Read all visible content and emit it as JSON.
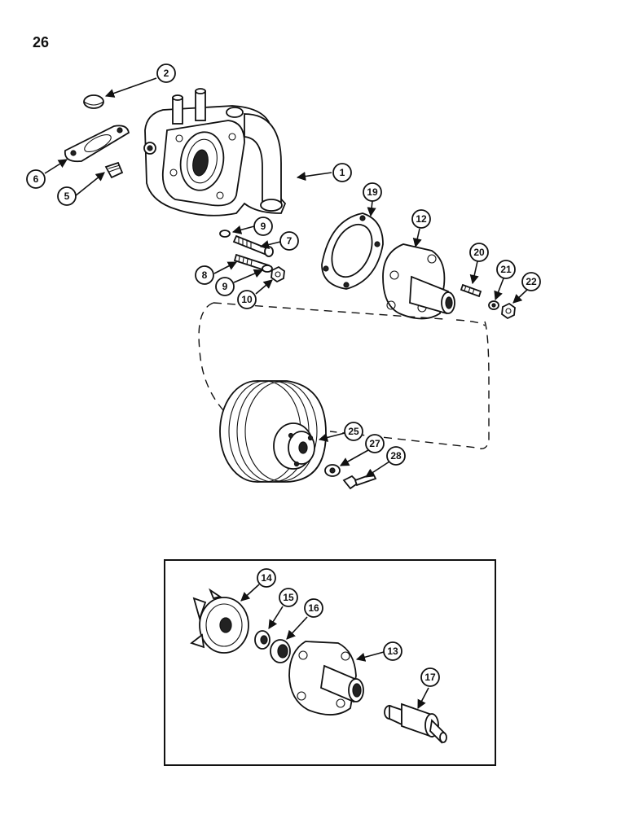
{
  "page": {
    "number": "26"
  },
  "callouts": {
    "c1": "1",
    "c2": "2",
    "c5": "5",
    "c6": "6",
    "c7": "7",
    "c8": "8",
    "c9a": "9",
    "c9b": "9",
    "c10": "10",
    "c12": "12",
    "c13": "13",
    "c14": "14",
    "c15": "15",
    "c16": "16",
    "c17": "17",
    "c19": "19",
    "c20": "20",
    "c21": "21",
    "c22": "22",
    "c25": "25",
    "c27": "27",
    "c28": "28"
  }
}
